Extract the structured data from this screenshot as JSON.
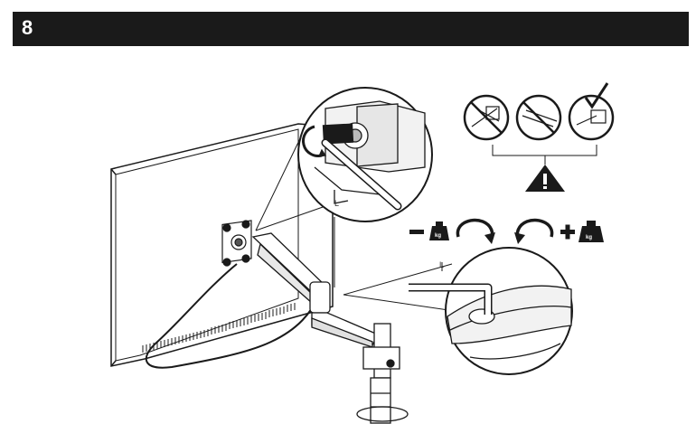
{
  "step": {
    "number": "8"
  },
  "weights": {
    "decrease_unit": "kg",
    "increase_unit": "kg"
  },
  "labels": {
    "key_mark_top": "L",
    "key_mark_bottom": "L"
  },
  "icons": {
    "no_allowed_1": "prohibited-icon",
    "no_allowed_2": "prohibited-icon",
    "allowed": "checkmark-icon",
    "warning": "warning-triangle-icon",
    "rotate_ccw": "rotate-counterclockwise-icon",
    "rotate_cw": "rotate-clockwise-icon"
  },
  "colors": {
    "header_bg": "#1a1a1a",
    "header_text": "#ffffff",
    "line": "#1a1a1a"
  }
}
